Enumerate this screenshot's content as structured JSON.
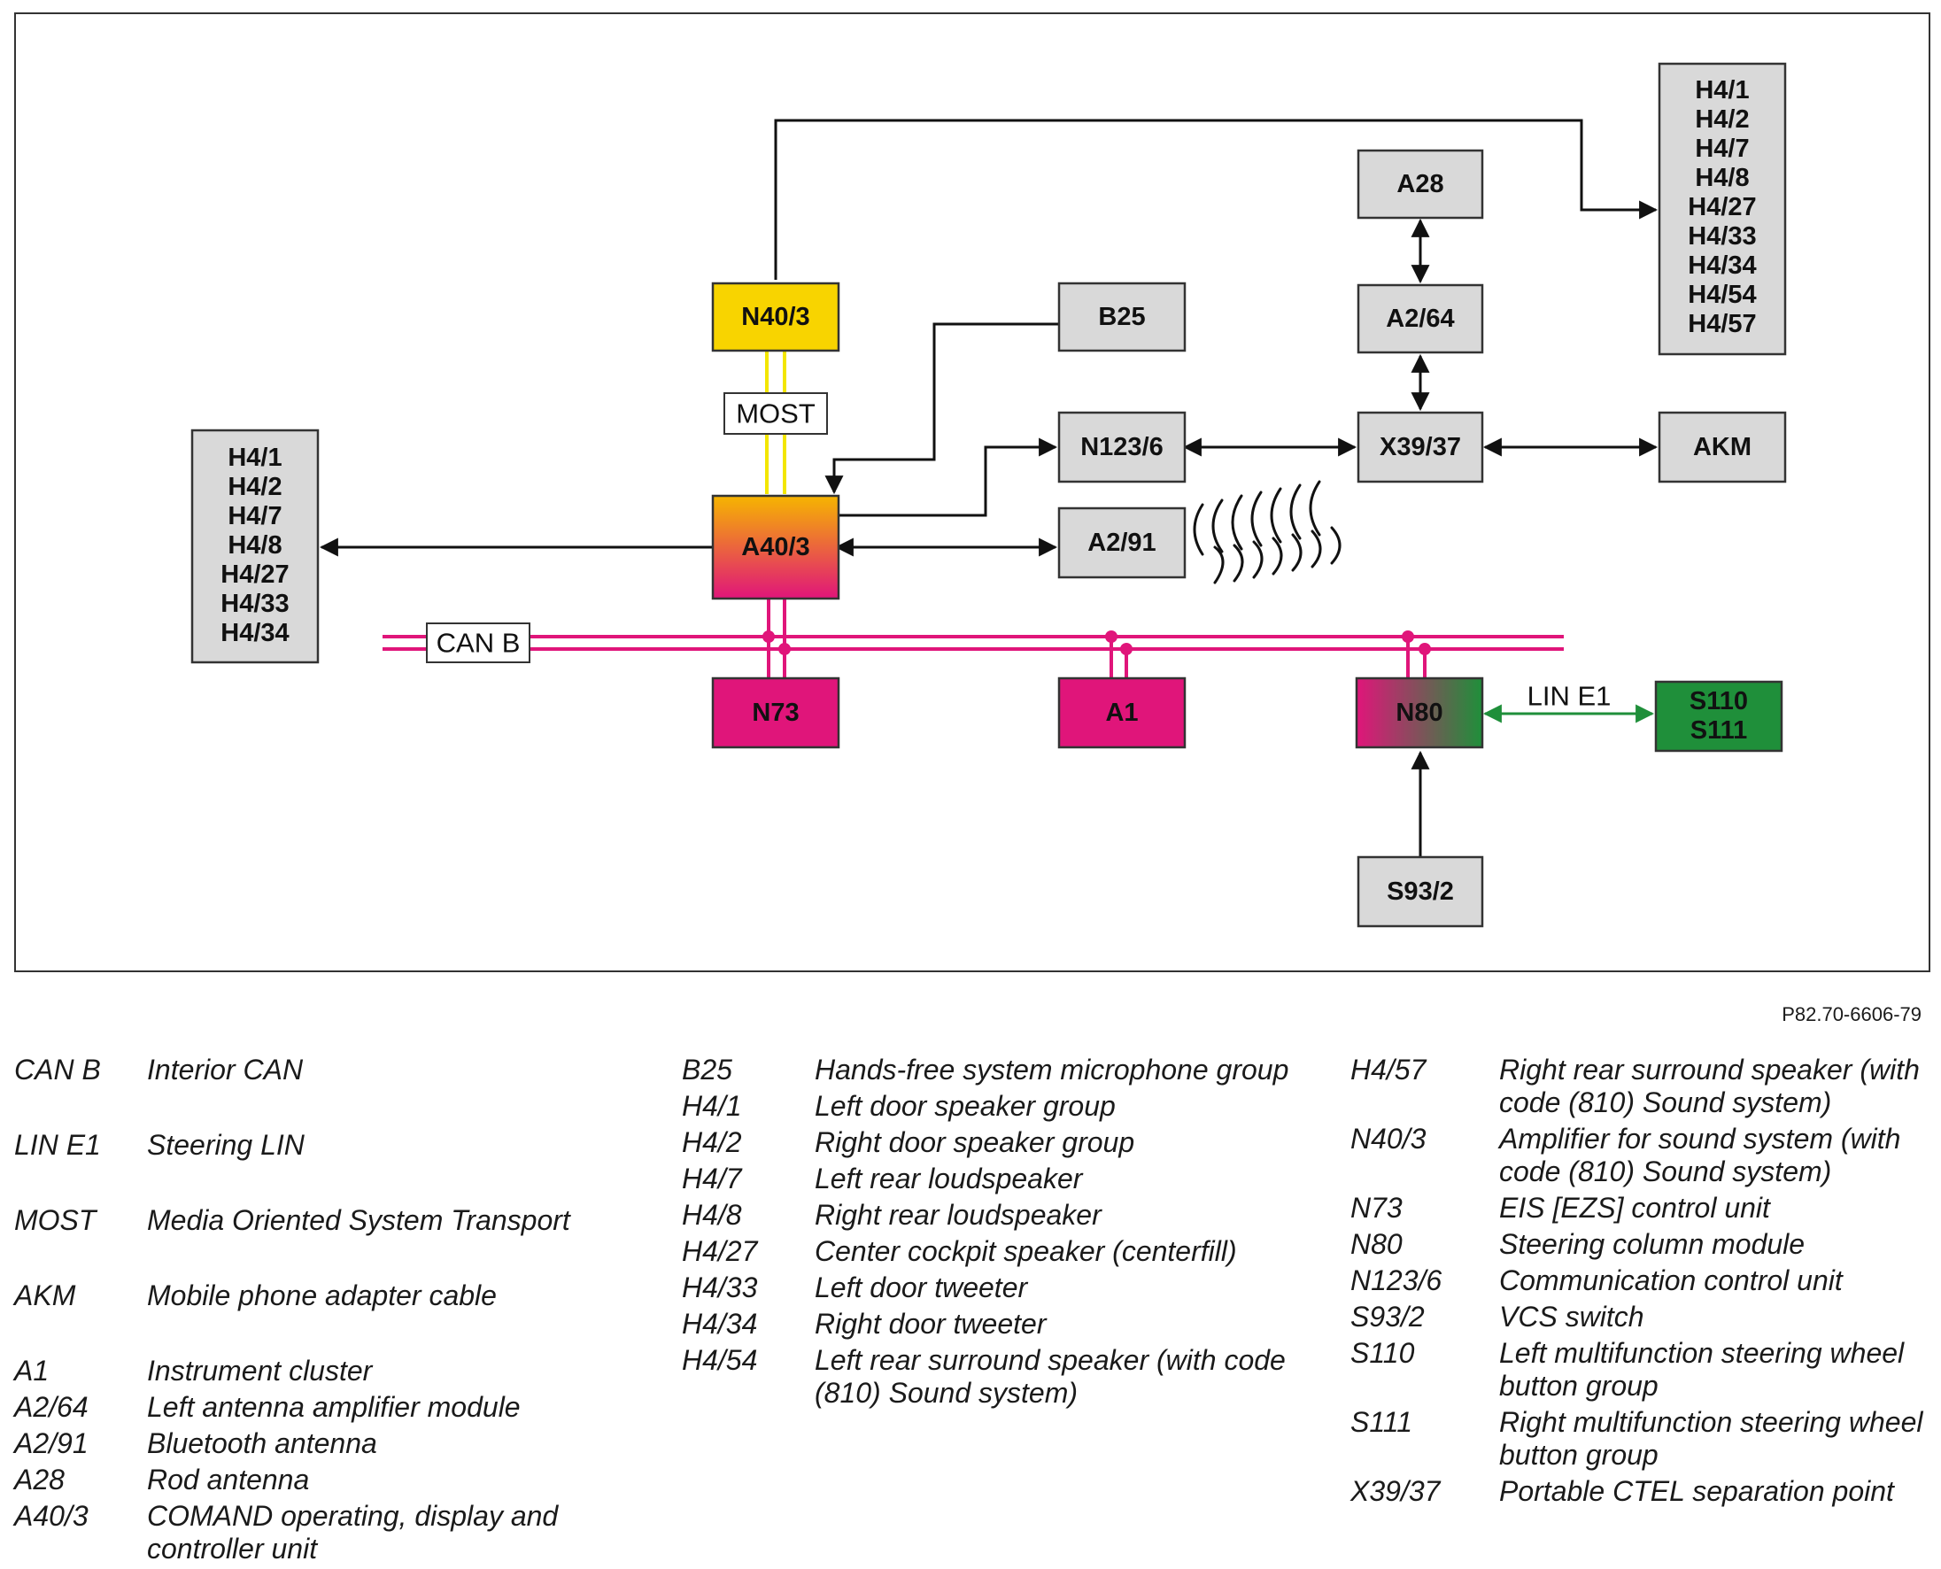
{
  "figure_ref": "P82.70-6606-79",
  "boxes": {
    "h4_right": [
      "H4/1",
      "H4/2",
      "H4/7",
      "H4/8",
      "H4/27",
      "H4/33",
      "H4/34",
      "H4/54",
      "H4/57"
    ],
    "h4_left": [
      "H4/1",
      "H4/2",
      "H4/7",
      "H4/8",
      "H4/27",
      "H4/33",
      "H4/34"
    ],
    "a28": "A28",
    "a2_64": "A2/64",
    "n40_3": "N40/3",
    "b25": "B25",
    "n123_6": "N123/6",
    "x39_37": "X39/37",
    "akm": "AKM",
    "a40_3": "A40/3",
    "a2_91": "A2/91",
    "n73": "N73",
    "a1": "A1",
    "n80": "N80",
    "s110_s111": [
      "S110",
      "S111"
    ],
    "s93_2": "S93/2"
  },
  "bus_labels": {
    "most": "MOST",
    "can_b": "CAN B",
    "lin_e1": "LIN E1"
  },
  "colors": {
    "yellow": "#f8d400",
    "orange": "#f5a300",
    "magenta": "#e0157a",
    "green": "#1f8f3a",
    "gray": "#d9d9d9"
  },
  "legend": [
    [
      {
        "code": "CAN B",
        "desc": "Interior CAN"
      },
      {
        "code": "LIN E1",
        "desc": "Steering LIN"
      },
      {
        "code": "MOST",
        "desc": "Media Oriented System Transport"
      },
      {
        "code": "AKM",
        "desc": "Mobile phone adapter cable"
      },
      {
        "code": "A1",
        "desc": "Instrument cluster"
      },
      {
        "code": "A2/64",
        "desc": "Left antenna amplifier module"
      },
      {
        "code": "A2/91",
        "desc": "Bluetooth antenna"
      },
      {
        "code": "A28",
        "desc": "Rod antenna"
      },
      {
        "code": "A40/3",
        "desc": "COMAND operating, display and controller unit"
      }
    ],
    [
      {
        "code": "B25",
        "desc": "Hands-free system microphone group"
      },
      {
        "code": "H4/1",
        "desc": "Left door speaker group"
      },
      {
        "code": "H4/2",
        "desc": "Right door speaker group"
      },
      {
        "code": "H4/7",
        "desc": "Left rear loudspeaker"
      },
      {
        "code": "H4/8",
        "desc": "Right rear loudspeaker"
      },
      {
        "code": "H4/27",
        "desc": "Center cockpit speaker (centerfill)"
      },
      {
        "code": "H4/33",
        "desc": "Left door tweeter"
      },
      {
        "code": "H4/34",
        "desc": "Right door tweeter"
      },
      {
        "code": "H4/54",
        "desc": "Left rear surround speaker (with code (810) Sound system)"
      }
    ],
    [
      {
        "code": "H4/57",
        "desc": "Right rear surround speaker (with code (810) Sound system)"
      },
      {
        "code": "N40/3",
        "desc": "Amplifier for sound system (with code (810) Sound system)"
      },
      {
        "code": "N73",
        "desc": "EIS [EZS] control unit"
      },
      {
        "code": "N80",
        "desc": "Steering column module"
      },
      {
        "code": "N123/6",
        "desc": "Communication control unit"
      },
      {
        "code": "S93/2",
        "desc": "VCS switch"
      },
      {
        "code": "S110",
        "desc": "Left multifunction steering wheel button group"
      },
      {
        "code": "S111",
        "desc": "Right multifunction steering wheel button group"
      },
      {
        "code": "X39/37",
        "desc": "Portable CTEL separation point"
      }
    ]
  ]
}
